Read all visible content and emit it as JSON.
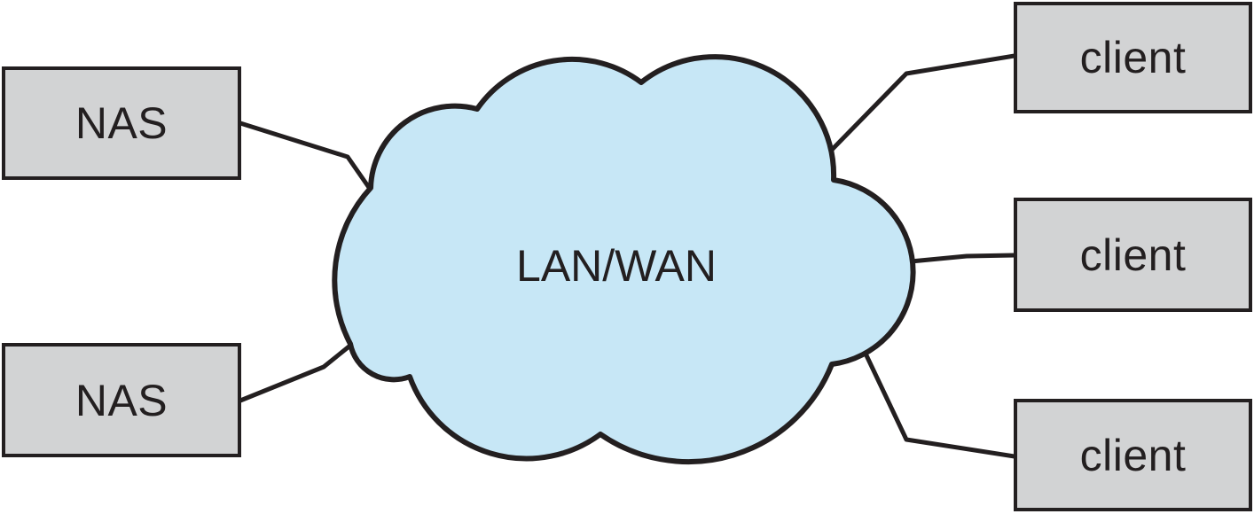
{
  "diagram": {
    "cloud_label": "LAN/WAN",
    "nas_nodes": [
      {
        "label": "NAS"
      },
      {
        "label": "NAS"
      }
    ],
    "client_nodes": [
      {
        "label": "client"
      },
      {
        "label": "client"
      },
      {
        "label": "client"
      }
    ],
    "colors": {
      "cloud_fill": "#c7e7f6",
      "node_fill": "#d2d3d4",
      "stroke": "#231f20",
      "text_color": "#231f20",
      "background": "#ffffff"
    }
  }
}
